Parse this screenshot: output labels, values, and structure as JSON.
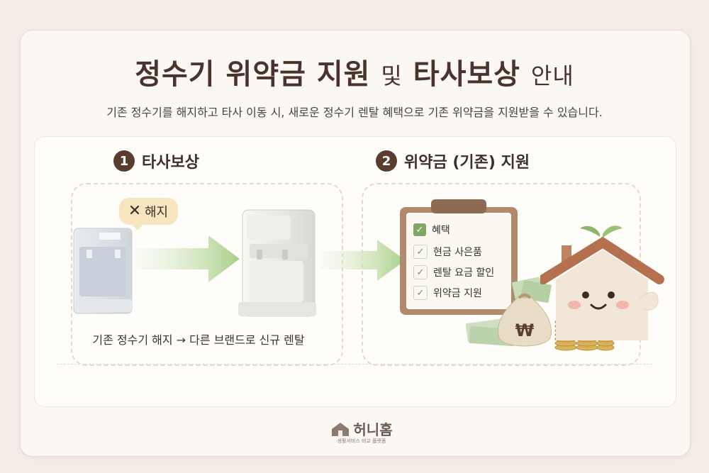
{
  "header": {
    "title_main": "정수기 위약금 지원",
    "title_and": "및",
    "title_second": "타사보상",
    "title_tail": "안내",
    "subtitle": "기존 정수기를 해지하고 타사 이동 시, 새로운 정수기 렌탈 혜택으로 기존 위약금을 지원받을 수 있습니다."
  },
  "step1": {
    "number": "1",
    "label": "타사보상",
    "bubble_text": "해지",
    "caption": "기존 정수기 해지 → 다른 브랜드로 신규 렌탈"
  },
  "step2": {
    "number": "2",
    "label": "위약금 (기존) 지원",
    "checklist_title": "혜택",
    "checklist": [
      "현금 사은품",
      "렌탈 요금 할인",
      "위약금 지원"
    ]
  },
  "icons": {
    "close": "close-icon",
    "arrow": "arrow-right-icon",
    "check": "check-icon",
    "won": "won-icon"
  },
  "colors": {
    "accent": "#5a3d31",
    "check": "#7ea864",
    "arrow": "#a8cf86",
    "bubble": "#f7e5bf"
  },
  "footer": {
    "brand": "허니홈",
    "tagline": "생활서비스 비교 플랫폼"
  }
}
